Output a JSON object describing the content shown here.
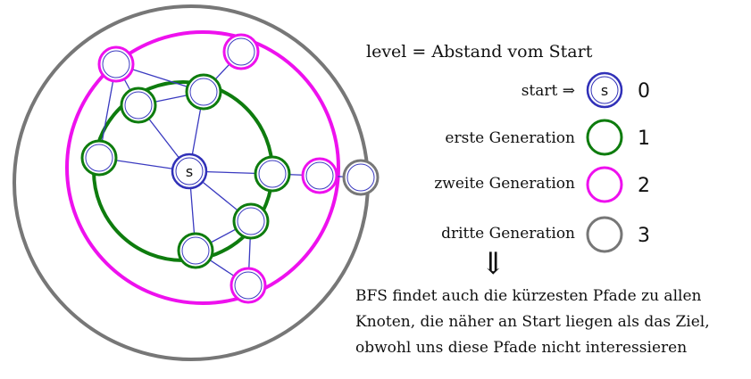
{
  "title": "level = Abstand vom Start",
  "node_label": "s",
  "colors": {
    "start": "#3030b8",
    "gen1": "#0e7c0e",
    "gen2": "#ee11ee",
    "gen3": "#777777",
    "edge": "#3a3ac0"
  },
  "legend": [
    {
      "label": "start ⇒",
      "level": "0",
      "kind": "start"
    },
    {
      "label": "erste Generation",
      "level": "1",
      "kind": "gen1"
    },
    {
      "label": "zweite Generation",
      "level": "2",
      "kind": "gen2"
    },
    {
      "label": "dritte Generation",
      "level": "3",
      "kind": "gen3"
    }
  ],
  "implication_arrow": "⇓",
  "description": [
    "BFS findet auch die kürzesten Pfade zu allen",
    "Knoten, die näher an Start liegen als das Ziel,",
    "obwohl uns diese Pfade nicht interessieren"
  ]
}
